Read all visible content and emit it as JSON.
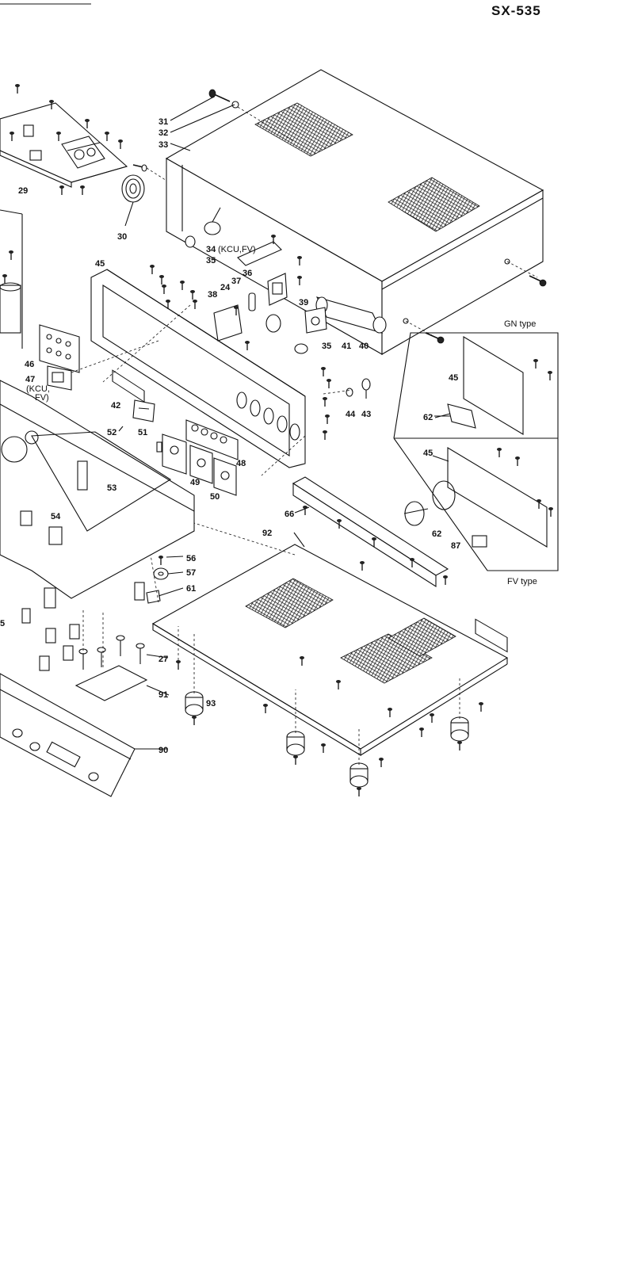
{
  "model": "SX-535",
  "parts": {
    "p24": "24",
    "p27": "27",
    "p29": "29",
    "p30": "30",
    "p31": "31",
    "p32": "32",
    "p33": "33",
    "p34": "34",
    "p34_note": "(KCU,FV)",
    "p35": "35",
    "p35b": "35",
    "p36": "36",
    "p37": "37",
    "p38": "38",
    "p39": "39",
    "p40": "40",
    "p41": "41",
    "p42": "42",
    "p43": "43",
    "p44": "44",
    "p45": "45",
    "p45_gn": "45",
    "p45_fv": "45",
    "p46": "46",
    "p47": "47",
    "p47_note_1": "(KCU,",
    "p47_note_2": "FV)",
    "p48": "48",
    "p49": "49",
    "p50": "50",
    "p51": "51",
    "p52": "52",
    "p53": "53",
    "p54": "54",
    "p55": "5",
    "p56": "56",
    "p57": "57",
    "p61": "61",
    "p62_gn": "62",
    "p62_fv": "62",
    "p66": "66",
    "p87": "87",
    "p90": "90",
    "p91": "91",
    "p92": "92",
    "p93": "93"
  },
  "inset_labels": {
    "gn_type": "GN type",
    "fv_type": "FV type"
  }
}
